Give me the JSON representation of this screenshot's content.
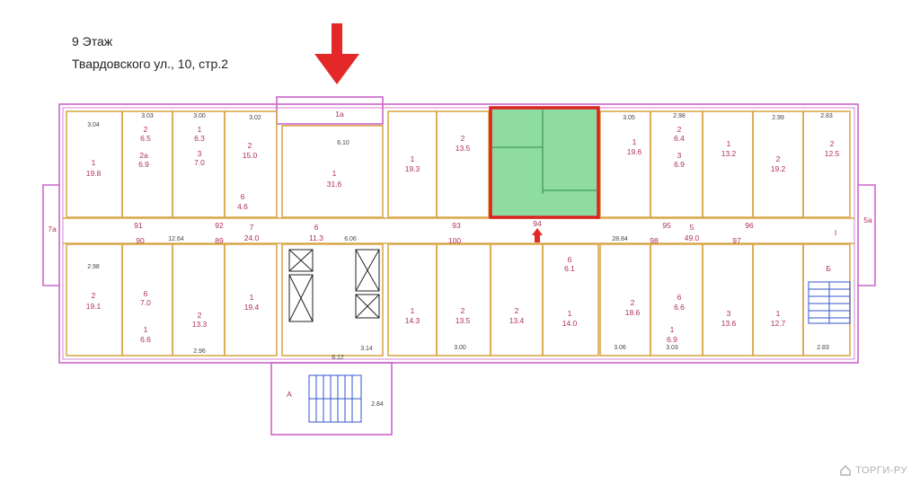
{
  "header": {
    "floor": "9 Этаж",
    "address": "Твардовского ул., 10, стр.2"
  },
  "colors": {
    "wall": "#cc66cc",
    "dim": "#d8a84a",
    "label": "#b0305a",
    "highlight_fill": "#8fdca0",
    "highlight_border": "#dd2222",
    "arrow": "#e42828",
    "stair": "#3355cc"
  },
  "rooms": [
    {
      "id": "r-1a",
      "num": "1а",
      "area": ""
    },
    {
      "id": "r-top-1-31",
      "num": "1",
      "area": "31.6"
    },
    {
      "id": "r-tl-1",
      "num": "1",
      "area": "19.8"
    },
    {
      "id": "r-tl-2",
      "num": "2",
      "area": "6.5"
    },
    {
      "id": "r-tl-2a",
      "num": "2а",
      "area": "6.9"
    },
    {
      "id": "r-tl-1b",
      "num": "1",
      "area": "6.3"
    },
    {
      "id": "r-tl-3",
      "num": "3",
      "area": "7.0"
    },
    {
      "id": "r-tl-2b",
      "num": "2",
      "area": "15.0"
    },
    {
      "id": "r-tl-6",
      "num": "6",
      "area": "4.6"
    },
    {
      "id": "r-tm-1",
      "num": "1",
      "area": "19.3"
    },
    {
      "id": "r-tm-2",
      "num": "2",
      "area": "13.5"
    },
    {
      "id": "r-tr-1",
      "num": "1",
      "area": "19.6"
    },
    {
      "id": "r-tr-2",
      "num": "2",
      "area": "6.4"
    },
    {
      "id": "r-tr-3",
      "num": "3",
      "area": "6.9"
    },
    {
      "id": "r-tr-1b",
      "num": "1",
      "area": "13.2"
    },
    {
      "id": "r-tr-2b",
      "num": "2",
      "area": "19.2"
    },
    {
      "id": "r-tr-2c",
      "num": "2",
      "area": "12.5"
    },
    {
      "id": "r-c-7",
      "num": "7",
      "area": "24.0"
    },
    {
      "id": "r-c-6",
      "num": "6",
      "area": "11.3"
    },
    {
      "id": "r-c-5",
      "num": "5",
      "area": "49.0"
    },
    {
      "id": "r-bl-2",
      "num": "2",
      "area": "19.1"
    },
    {
      "id": "r-bl-6",
      "num": "6",
      "area": "7.0"
    },
    {
      "id": "r-bl-1",
      "num": "1",
      "area": "6.6"
    },
    {
      "id": "r-bl-2b",
      "num": "2",
      "area": "13.3"
    },
    {
      "id": "r-bl-1b",
      "num": "1",
      "area": "19.4"
    },
    {
      "id": "r-bm-1",
      "num": "1",
      "area": "14.3"
    },
    {
      "id": "r-bm-2",
      "num": "2",
      "area": "13.5"
    },
    {
      "id": "r-bm-2b",
      "num": "2",
      "area": "13.4"
    },
    {
      "id": "r-bm-1b",
      "num": "1",
      "area": "14.0"
    },
    {
      "id": "r-bm-6",
      "num": "6",
      "area": "6.1"
    },
    {
      "id": "r-br-2",
      "num": "2",
      "area": "18.6"
    },
    {
      "id": "r-br-6",
      "num": "6",
      "area": "6.6"
    },
    {
      "id": "r-br-1",
      "num": "1",
      "area": "6.9"
    },
    {
      "id": "r-br-3",
      "num": "3",
      "area": "13.6"
    },
    {
      "id": "r-br-1b",
      "num": "1",
      "area": "12.7"
    }
  ],
  "corridor_numbers": [
    "91",
    "92",
    "93",
    "94",
    "95",
    "96",
    "90",
    "89",
    "100",
    "98",
    "97"
  ],
  "side_labels": [
    "7а",
    "5а",
    "А",
    "Б",
    "I"
  ],
  "dimensions": [
    "3.04",
    "3.03",
    "3.00",
    "3.02",
    "6.10",
    "3.05",
    "2.98",
    "2.99",
    "2.83",
    "12.64",
    "6.06",
    "28.84",
    "2.98",
    "2.96",
    "3.00",
    "3.06",
    "3.03",
    "2.83",
    "6.12",
    "2.84",
    "3.14"
  ],
  "logo": "ТОРГИ-РУ"
}
